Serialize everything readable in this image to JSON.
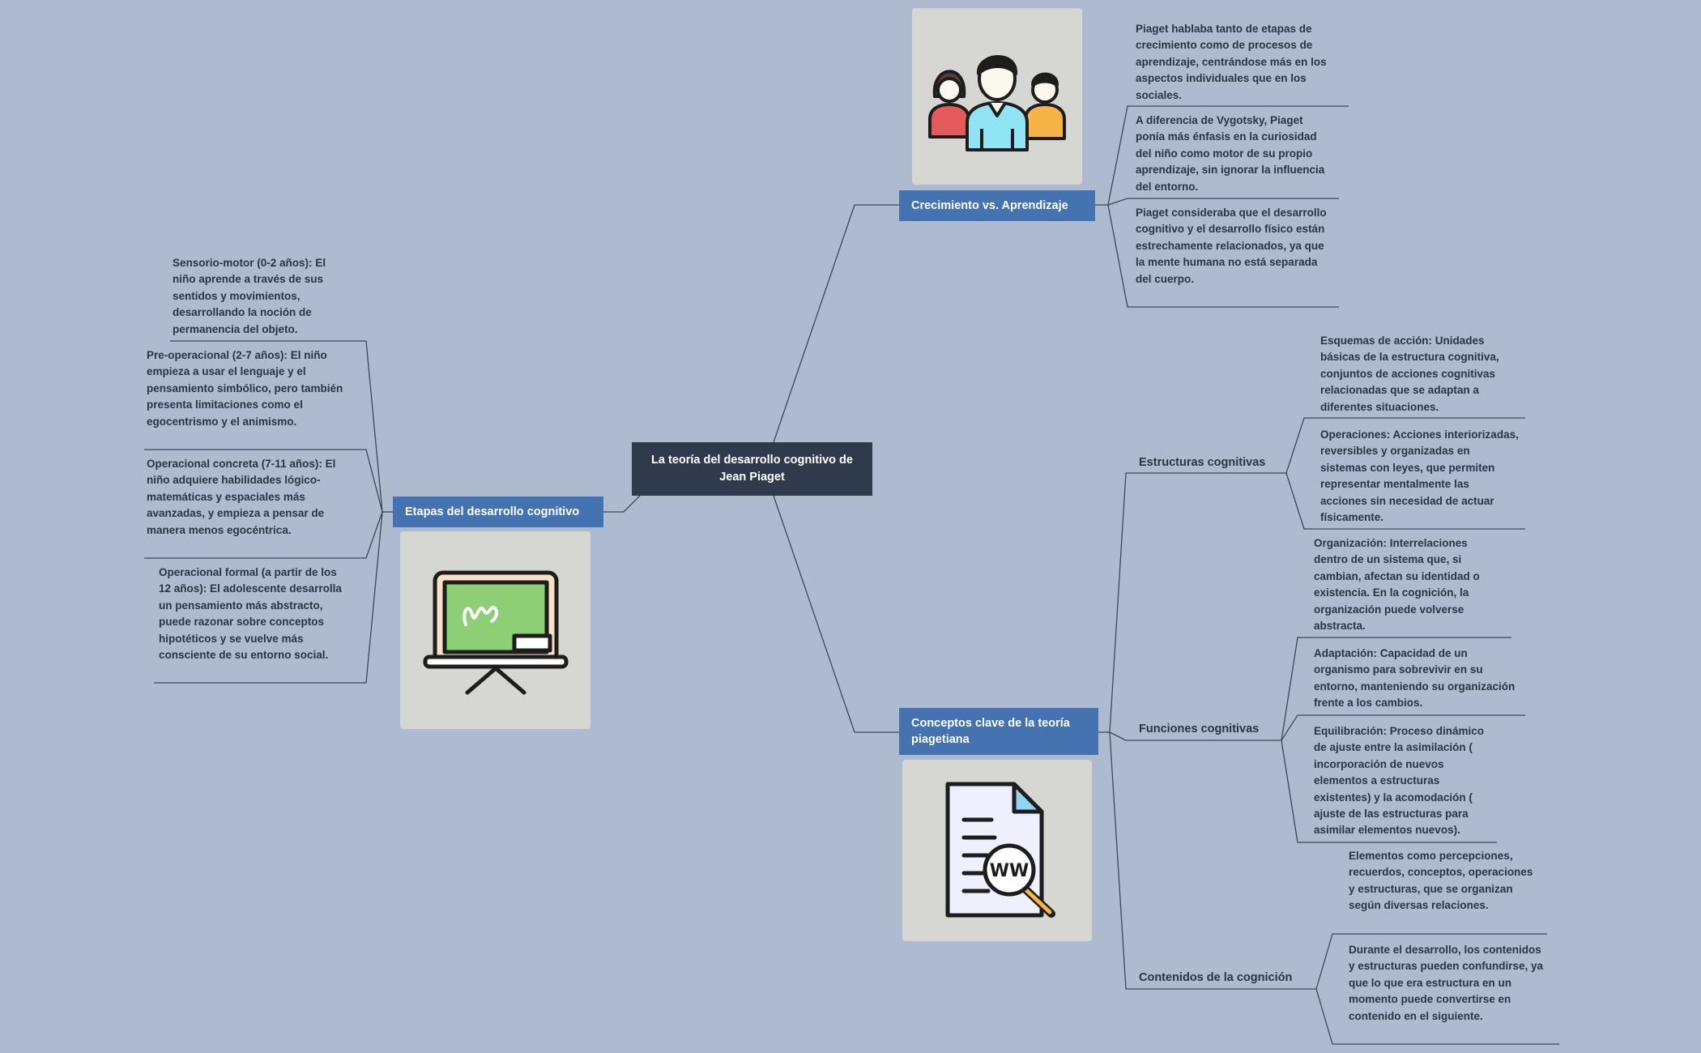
{
  "central": {
    "title": "La teoría del desarrollo cognitivo de Jean Piaget"
  },
  "branches": {
    "etapas": {
      "label": "Etapas del desarrollo cognitivo",
      "items": [
        "Sensorio-motor (0-2 años): El niño aprende a través de sus sentidos y movimientos, desarrollando la noción de permanencia del objeto.",
        "Pre-operacional (2-7 años): El niño empieza a usar el lenguaje y el pensamiento simbólico, pero también presenta limitaciones como el egocentrismo y el animismo.",
        "Operacional concreta (7-11 años): El niño adquiere habilidades lógico-matemáticas y espaciales más avanzadas, y empieza a pensar de manera menos egocéntrica.",
        "Operacional formal (a partir de los 12 años): El adolescente desarrolla un pensamiento más abstracto, puede razonar sobre conceptos hipotéticos y se vuelve más consciente de su entorno social."
      ]
    },
    "crecimiento": {
      "label": "Crecimiento vs. Aprendizaje",
      "items": [
        "Piaget hablaba tanto de etapas de crecimiento como de procesos de aprendizaje, centrándose más en los aspectos individuales que en los sociales.",
        "A diferencia de Vygotsky, Piaget ponía más énfasis en la curiosidad del niño como motor de su propio aprendizaje, sin ignorar la influencia del entorno.",
        "Piaget consideraba que el desarrollo cognitivo y el desarrollo físico están estrechamente relacionados, ya que la mente humana no está separada del cuerpo."
      ]
    },
    "conceptos": {
      "label": "Conceptos clave de la teoría piagetiana",
      "estructuras": {
        "label": "Estructuras cognitivas",
        "items": [
          "Esquemas de acción: Unidades básicas de la estructura cognitiva, conjuntos de acciones cognitivas relacionadas que se adaptan a diferentes situaciones.",
          "Operaciones: Acciones interiorizadas, reversibles y organizadas en sistemas con leyes, que permiten representar mentalmente las acciones sin necesidad de actuar físicamente."
        ]
      },
      "funciones": {
        "label": "Funciones cognitivas",
        "items": [
          "Organización: Interrelaciones dentro de un sistema que, si cambian, afectan su identidad o existencia. En la cognición, la organización puede volverse abstracta.",
          "Adaptación: Capacidad de un organismo para sobrevivir en su entorno, manteniendo su organización frente a los cambios.",
          "Equilibración: Proceso dinámico de ajuste entre la asimilación ( incorporación de nuevos elementos a estructuras existentes) y la acomodación ( ajuste de las estructuras para asimilar elementos nuevos)."
        ]
      },
      "contenidos": {
        "label": "Contenidos de la cognición",
        "items": [
          "Elementos como percepciones, recuerdos, conceptos, operaciones y estructuras, que se organizan según diversas relaciones.",
          "Durante el desarrollo, los contenidos y estructuras pueden confundirse, ya que lo que era estructura en un momento puede convertirse en contenido en el siguiente."
        ]
      }
    }
  },
  "icons": {
    "crecimiento": "people-group-icon",
    "etapas": "chalkboard-icon",
    "conceptos": "document-search-icon"
  },
  "colors": {
    "background": "#aebad0",
    "central": "#2f3b4c",
    "main_topic": "#4572b0",
    "line": "#3d4757",
    "image_panel": "#d6d7d2"
  }
}
